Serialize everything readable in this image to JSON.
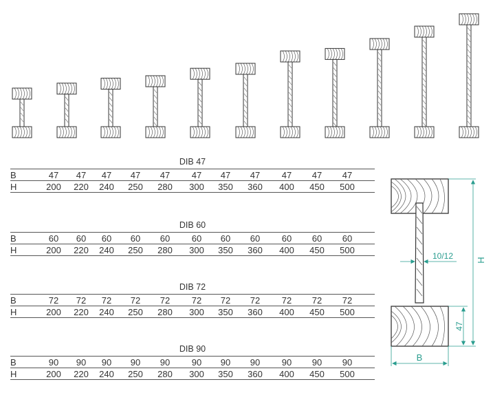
{
  "tables": [
    {
      "title": "DIB 47",
      "b_label": "B",
      "h_label": "H",
      "b": [
        "47",
        "47",
        "47",
        "47",
        "47",
        "47",
        "47",
        "47",
        "47",
        "47",
        "47"
      ],
      "h": [
        "200",
        "220",
        "240",
        "250",
        "280",
        "300",
        "350",
        "360",
        "400",
        "450",
        "500"
      ]
    },
    {
      "title": "DIB 60",
      "b_label": "B",
      "h_label": "H",
      "b": [
        "60",
        "60",
        "60",
        "60",
        "60",
        "60",
        "60",
        "60",
        "60",
        "60",
        "60"
      ],
      "h": [
        "200",
        "220",
        "240",
        "250",
        "280",
        "300",
        "350",
        "360",
        "400",
        "450",
        "500"
      ]
    },
    {
      "title": "DIB 72",
      "b_label": "B",
      "h_label": "H",
      "b": [
        "72",
        "72",
        "72",
        "72",
        "72",
        "72",
        "72",
        "72",
        "72",
        "72",
        "72"
      ],
      "h": [
        "200",
        "220",
        "240",
        "250",
        "280",
        "300",
        "350",
        "360",
        "400",
        "450",
        "500"
      ]
    },
    {
      "title": "DIB 90",
      "b_label": "B",
      "h_label": "H",
      "b": [
        "90",
        "90",
        "90",
        "90",
        "90",
        "90",
        "90",
        "90",
        "90",
        "90",
        "90"
      ],
      "h": [
        "200",
        "220",
        "240",
        "250",
        "280",
        "300",
        "350",
        "360",
        "400",
        "450",
        "500"
      ]
    }
  ],
  "detail": {
    "web_thickness": "10/12",
    "height_label": "H",
    "flange_label": "47",
    "width_label": "B"
  },
  "beam_heights": [
    "200",
    "220",
    "240",
    "250",
    "280",
    "300",
    "350",
    "360",
    "400",
    "450",
    "500"
  ],
  "colors": {
    "dimension": "#2a9d8f",
    "line": "#333333"
  }
}
